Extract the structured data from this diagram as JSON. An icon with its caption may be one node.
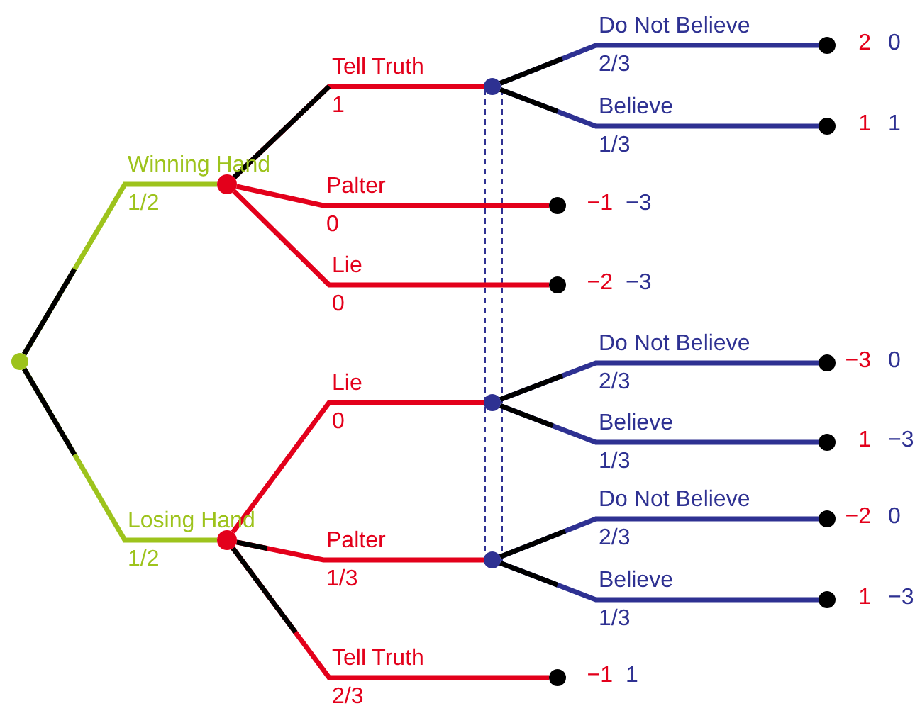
{
  "diagram": {
    "nodes": [
      {
        "text": [],
        "shape": "circle"
      },
      {
        "text": [],
        "shape": "circle"
      },
      {
        "text": [],
        "shape": "circle"
      },
      {
        "text": [],
        "shape": "circle"
      },
      {
        "text": [],
        "shape": "circle"
      },
      {
        "text": [],
        "shape": "circle"
      },
      {
        "text": [],
        "shape": "circle",
        "beside": [
          "2",
          "0"
        ]
      },
      {
        "text": [],
        "shape": "circle",
        "beside": [
          "1",
          "1"
        ]
      },
      {
        "text": [],
        "shape": "circle",
        "beside": [
          "−1",
          "−3"
        ]
      },
      {
        "text": [],
        "shape": "circle",
        "beside": [
          "−2",
          "−3"
        ]
      },
      {
        "text": [],
        "shape": "circle",
        "beside": [
          "−3",
          "0"
        ]
      },
      {
        "text": [],
        "shape": "circle",
        "beside": [
          "1",
          "−3"
        ]
      },
      {
        "text": [],
        "shape": "circle",
        "beside": [
          "−2",
          "0"
        ]
      },
      {
        "text": [],
        "shape": "circle",
        "beside": [
          "1",
          "−3"
        ]
      },
      {
        "text": [],
        "shape": "circle",
        "beside": [
          "−1",
          "1"
        ]
      }
    ],
    "edges": [
      {
        "from": 0,
        "to": 1,
        "arrow": "none",
        "label": "Winning Hand",
        "color": "#9dc31c"
      },
      {
        "from": 0,
        "to": 2,
        "arrow": "none",
        "label": "Losing Hand",
        "color": "#9dc31c"
      },
      {
        "from": 1,
        "to": 3,
        "arrow": "none",
        "label": "Tell Truth",
        "color": "#e3001b"
      },
      {
        "from": 1,
        "to": 8,
        "arrow": "none",
        "label": "Palter",
        "color": "#e3001b"
      },
      {
        "from": 1,
        "to": 9,
        "arrow": "none",
        "label": "Lie",
        "color": "#e3001b"
      },
      {
        "from": 2,
        "to": 4,
        "arrow": "none",
        "label": "Lie",
        "color": "#e3001b"
      },
      {
        "from": 2,
        "to": 5,
        "arrow": "none",
        "label": "Palter",
        "color": "#e3001b"
      },
      {
        "from": 2,
        "to": 14,
        "arrow": "none",
        "label": "Tell Truth",
        "color": "#e3001b"
      },
      {
        "from": 3,
        "to": 6,
        "arrow": "none",
        "label": "Do Not Believe",
        "color": "#2e3192"
      },
      {
        "from": 3,
        "to": 7,
        "arrow": "none",
        "label": "Believe",
        "color": "#2e3192"
      },
      {
        "from": 4,
        "to": 10,
        "arrow": "none",
        "label": "Do Not Believe",
        "color": "#2e3192"
      },
      {
        "from": 4,
        "to": 11,
        "arrow": "none",
        "label": "Believe",
        "color": "#2e3192"
      },
      {
        "from": 5,
        "to": 12,
        "arrow": "none",
        "label": "Do Not Believe",
        "color": "#2e3192"
      },
      {
        "from": 5,
        "to": 13,
        "arrow": "none",
        "label": "Believe",
        "color": "#2e3192"
      }
    ],
    "labels": [
      "1/2",
      "1/2",
      "1",
      "0",
      "0",
      "0",
      "1/3",
      "2/3",
      "2/3",
      "1/3",
      "2/3",
      "1/3",
      "2/3",
      "1/3"
    ]
  }
}
